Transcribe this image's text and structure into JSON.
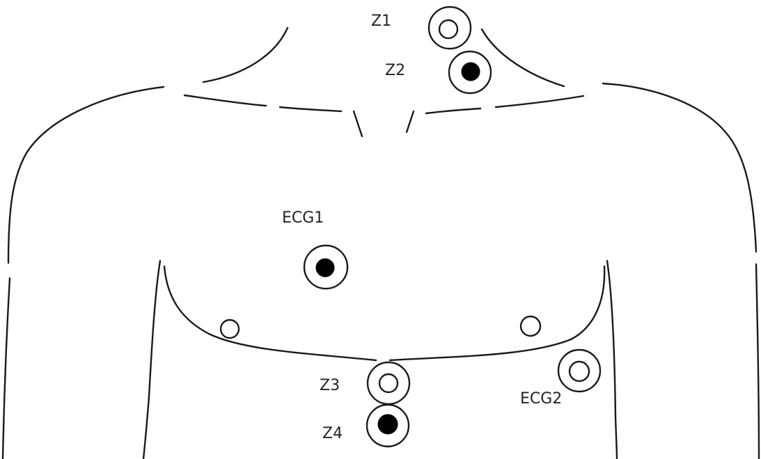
{
  "electrodes": {
    "z1": {
      "label": "Z1",
      "center": "hollow"
    },
    "z2": {
      "label": "Z2",
      "center": "filled"
    },
    "z3": {
      "label": "Z3",
      "center": "hollow"
    },
    "z4": {
      "label": "Z4",
      "center": "filled"
    },
    "ecg1": {
      "label": "ECG1",
      "center": "filled"
    },
    "ecg2": {
      "label": "ECG2",
      "center": "hollow"
    }
  },
  "colors": {
    "line": "#1a1a1a",
    "fill": "#000000",
    "background": "#ffffff"
  }
}
